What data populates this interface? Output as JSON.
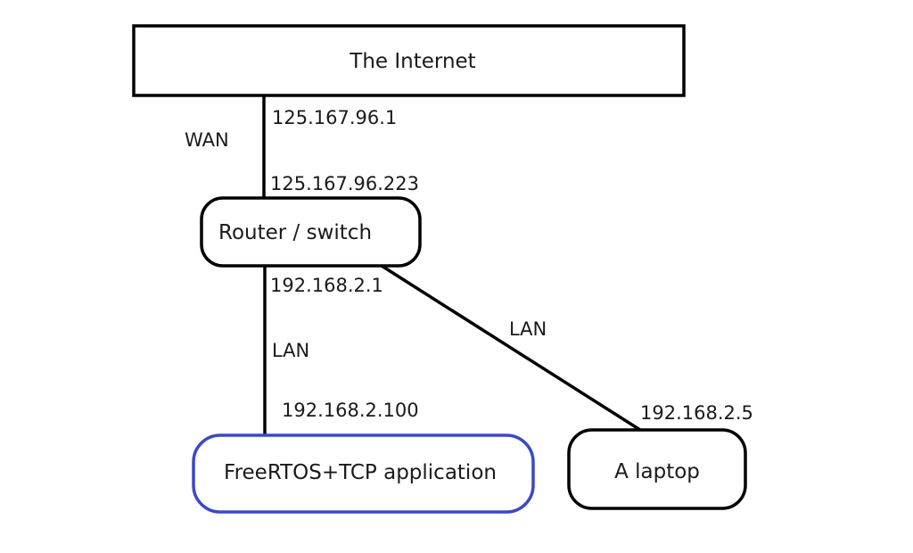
{
  "colors": {
    "stroke": "#000000",
    "text": "#1a1a1a",
    "accent": "#3b48c9",
    "background": "#ffffff"
  },
  "nodes": {
    "internet": {
      "label": "The Internet"
    },
    "router": {
      "label": "Router / switch"
    },
    "freertos_app": {
      "label": "FreeRTOS+TCP application"
    },
    "laptop": {
      "label": "A laptop"
    }
  },
  "links": {
    "wan": {
      "label": "WAN",
      "upper_address": "125.167.96.1",
      "lower_address": "125.167.96.223"
    },
    "lan_app": {
      "label": "LAN",
      "router_address": "192.168.2.1",
      "device_address": "192.168.2.100"
    },
    "lan_laptop": {
      "label": "LAN",
      "device_address": "192.168.2.5"
    }
  }
}
